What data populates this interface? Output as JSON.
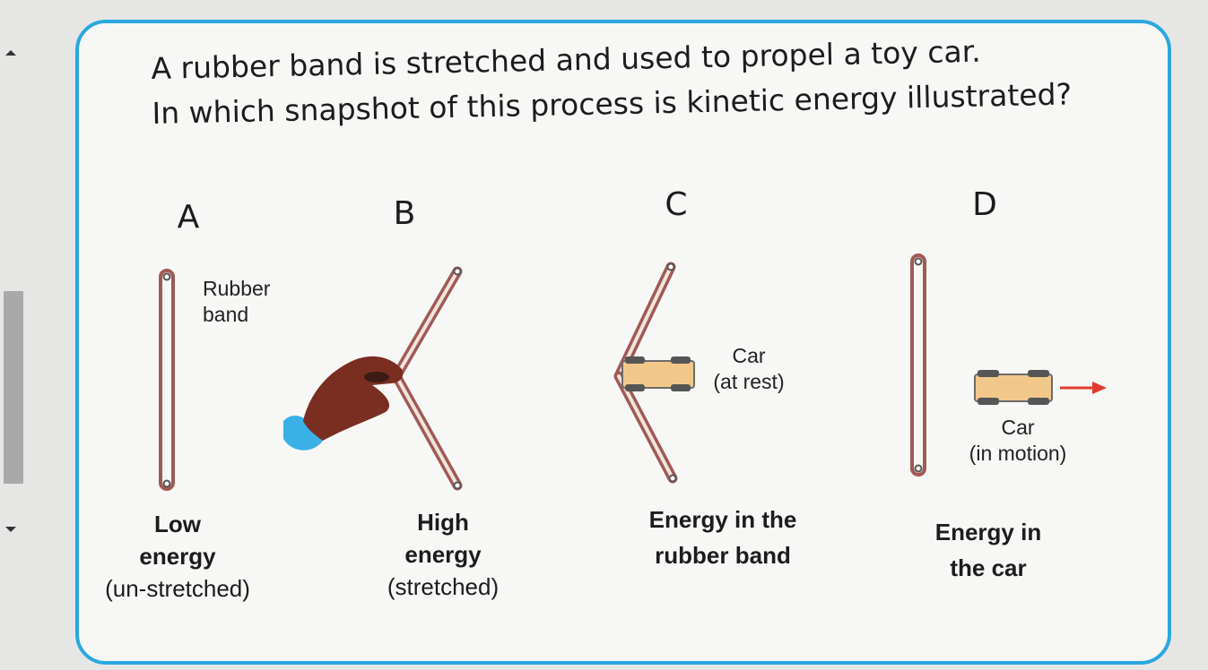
{
  "question": {
    "line1": "A rubber band is stretched and used to propel a toy car.",
    "line2": "In which snapshot of this process is kinetic energy illustrated?"
  },
  "panels": [
    {
      "letter": "A",
      "label": "Rubber band",
      "caption_bold_1": "Low",
      "caption_bold_2": "energy",
      "caption_sub": "(un-stretched)"
    },
    {
      "letter": "B",
      "caption_bold_1": "High",
      "caption_bold_2": "energy",
      "caption_sub": "(stretched)"
    },
    {
      "letter": "C",
      "label_1": "Car",
      "label_2": "(at rest)",
      "caption_bold_1": "Energy in the",
      "caption_bold_2": "rubber band"
    },
    {
      "letter": "D",
      "label_1": "Car",
      "label_2": "(in motion)",
      "caption_bold_1": "Energy in",
      "caption_bold_2": "the car"
    }
  ],
  "colors": {
    "card_border": "#2aa7e0",
    "rubber_band": "#a05a55",
    "car_body": "#f2c88a",
    "arrow": "#e03c2e",
    "hand": "#7a2e22",
    "sleeve": "#3ab0e6"
  }
}
